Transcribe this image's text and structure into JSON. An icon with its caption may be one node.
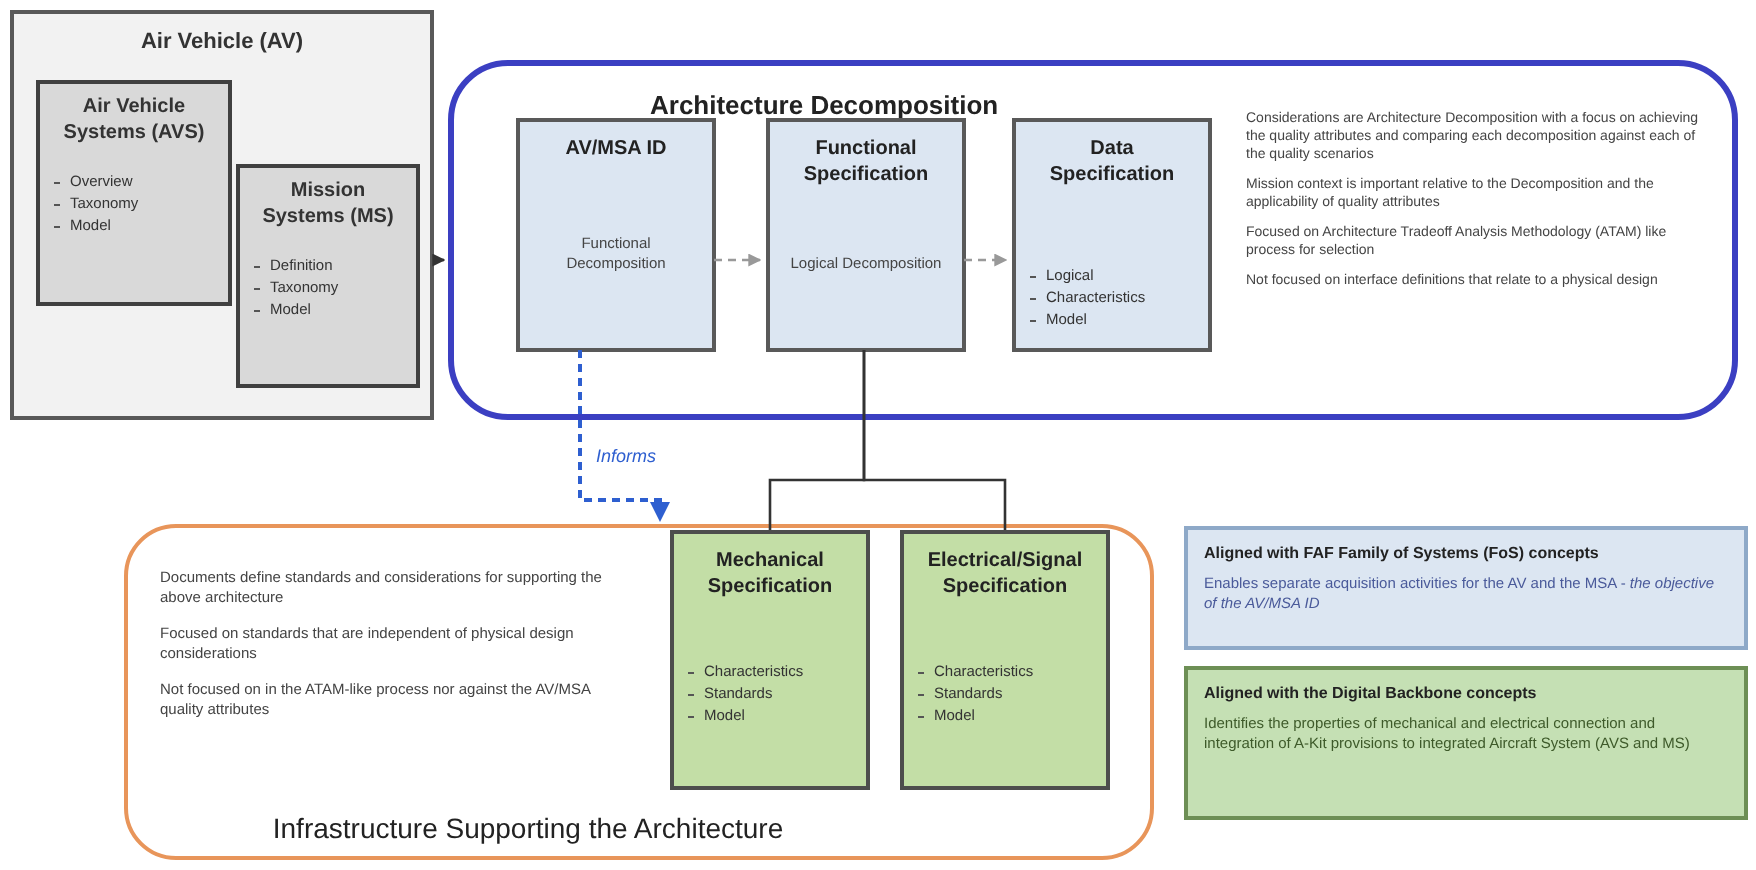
{
  "diagram": {
    "nodes": [
      {
        "text": [
          "Air Vehicle (AV)"
        ]
      },
      {
        "text": [
          "Air Vehicle Systems (AVS)",
          "Overview",
          "Taxonomy",
          "Model"
        ],
        "in": 0
      },
      {
        "text": [
          "Mission Systems (MS)",
          "Definition",
          "Taxonomy",
          "Model"
        ],
        "in": 0
      },
      {
        "text": [
          "Architecture Decomposition",
          "Considerations are Architecture Decomposition with a focus on achieving the quality attributes and comparing each decomposition against each of the quality scenarios",
          "Mission context is important relative to the Decomposition and the applicability of quality attributes",
          "Focused on Architecture Tradeoff Analysis Methodology (ATAM) like process for selection",
          "Not focused on interface definitions that relate to a physical design"
        ]
      },
      {
        "text": [
          "AV/MSA ID",
          "Functional Decomposition"
        ],
        "in": 3
      },
      {
        "text": [
          "Functional Specification",
          "Logical Decomposition"
        ],
        "in": 3
      },
      {
        "text": [
          "Data Specification",
          "Logical",
          "Characteristics",
          "Model"
        ],
        "in": 3
      },
      {
        "text": [
          "Documents define standards and considerations for supporting the above architecture",
          "Focused on standards that are independent of physical design considerations",
          "Not focused on in the ATAM-like process nor against the AV/MSA quality attributes",
          "Infrastructure Supporting the Architecture"
        ]
      },
      {
        "text": [
          "Mechanical Specification",
          "Characteristics",
          "Standards",
          "Model"
        ],
        "in": 7
      },
      {
        "text": [
          "Electrical/Signal Specification",
          "Characteristics",
          "Standards",
          "Model"
        ],
        "in": 7
      },
      {
        "text": [
          "Aligned with FAF Family of Systems (FoS) concepts",
          "Enables separate acquisition activities for the AV and the MSA - *the objective of the AV/MSA ID*"
        ]
      },
      {
        "text": [
          "Aligned with the Digital Backbone concepts",
          "Identifies the properties of mechanical and electrical connection and integration of A-Kit provisions to integrated Aircraft System (AVS and MS)"
        ]
      }
    ],
    "edges": [
      {
        "from": 0,
        "to": 3,
        "arrow": "to"
      },
      {
        "from": 4,
        "to": 5,
        "arrow": "to",
        "style": "dashed",
        "color": "#999999"
      },
      {
        "from": 5,
        "to": 6,
        "arrow": "to",
        "style": "dashed",
        "color": "#999999"
      },
      {
        "from": 4,
        "to": 7,
        "arrow": "to",
        "label": "Informs",
        "style": "dashed",
        "color": "#2e5fd0"
      },
      {
        "from": 5,
        "to": 8,
        "arrow": "none"
      },
      {
        "from": 5,
        "to": 9,
        "arrow": "none"
      }
    ]
  }
}
